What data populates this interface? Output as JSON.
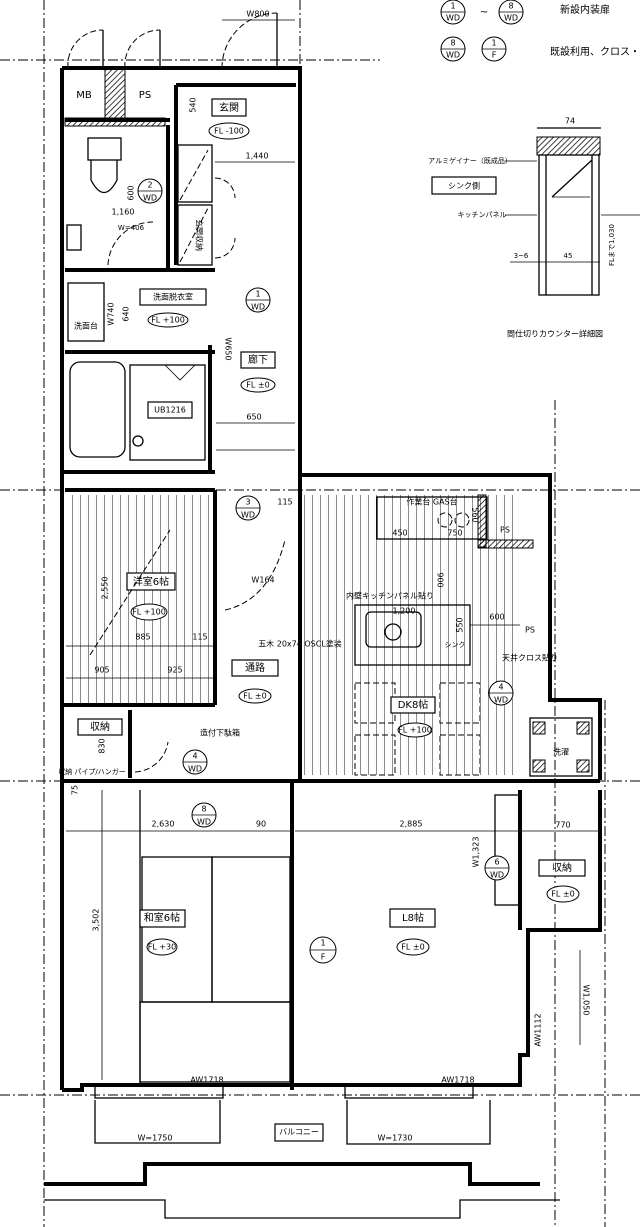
{
  "legend": {
    "new_door_range": {
      "from": {
        "num": "1",
        "type": "WD"
      },
      "tilde": "~",
      "to": {
        "num": "8",
        "type": "WD"
      },
      "note": "新設内装扉"
    },
    "existing": {
      "a": {
        "num": "8",
        "type": "WD"
      },
      "b": {
        "num": "1",
        "type": "F"
      },
      "note": "既設利用、クロス・"
    }
  },
  "detail": {
    "title": "間仕切りカウンター詳細図",
    "width": "74",
    "aluminum": "アルミゲイナー（既成品）",
    "sink_side": "シンク側",
    "kitchen_panel": "キッチンパネル",
    "dim_a": "3~6",
    "dim_b": "45",
    "height": "FLまで1,030"
  },
  "rooms": {
    "mb": "MB",
    "ps": "PS",
    "ps2": "PS",
    "ps3": "PS",
    "entrance": {
      "name": "玄関",
      "fl": "FL -100"
    },
    "shoe_storage": "玄関収納",
    "washroom": {
      "name": "洗面脱衣室",
      "fl": "FL +100"
    },
    "vanity": "洗面台",
    "bath": "UB1216",
    "hall": {
      "name": "廊下",
      "fl": "FL ±0"
    },
    "western": {
      "name": "洋室6帖",
      "fl": "FL +100"
    },
    "passage": {
      "name": "通路",
      "fl": "FL ±0"
    },
    "passage_note": "五木 20x74 OSCL塗装",
    "storage_small": "収納",
    "closet_note": "収納 パイプ/ハンガー",
    "shoe_cab": "造付下駄箱",
    "worktop": "作業台 GAS台",
    "sink": "シンク",
    "kitchen_panel_note": "内壁キッチンパネル貼り",
    "wall_note": "天井クロス貼り",
    "dk": {
      "name": "DK8帖",
      "fl": "FL +100"
    },
    "laundry": "洗濯",
    "japanese": {
      "name": "和室6帖",
      "fl": "FL +30"
    },
    "living": {
      "name": "L8帖",
      "fl": "FL ±0"
    },
    "storage_right": {
      "name": "収納",
      "fl": "FL ±0"
    },
    "balcony": "バルコニー"
  },
  "dims": {
    "w800": "W800",
    "d540": "540",
    "d1440": "1,440",
    "d1160": "1,160",
    "d600": "600",
    "w406": "W=406",
    "w740": "W740",
    "d640": "640",
    "w650": "W650",
    "d650": "650",
    "d115": "115",
    "w164": "W164",
    "d2550": "2,550",
    "d885": "885",
    "d115b": "115",
    "d905": "905",
    "d925": "925",
    "d830": "830",
    "d450": "450",
    "d750": "750",
    "d560": "560",
    "d1200": "1,200",
    "d550": "550",
    "d600b": "600",
    "d900": "900",
    "d2630": "2,630",
    "d90": "90",
    "d2885": "2,885",
    "d770": "770",
    "d3502": "3,502",
    "w1323": "W1,323",
    "w1050": "W1,050",
    "aw1112": "AW1112",
    "aw1718a": "AW1718",
    "aw1718b": "AW1718",
    "w1750": "W=1750",
    "w1730": "W=1730",
    "d75": "75"
  },
  "door_tags": [
    {
      "num": "1",
      "type": "WD"
    },
    {
      "num": "2",
      "type": "WD"
    },
    {
      "num": "3",
      "type": "WD"
    },
    {
      "num": "4",
      "type": "WD"
    },
    {
      "num": "4",
      "type": "WD"
    },
    {
      "num": "8",
      "type": "WD"
    },
    {
      "num": "6",
      "type": "WD"
    },
    {
      "num": "1",
      "type": "F"
    }
  ]
}
